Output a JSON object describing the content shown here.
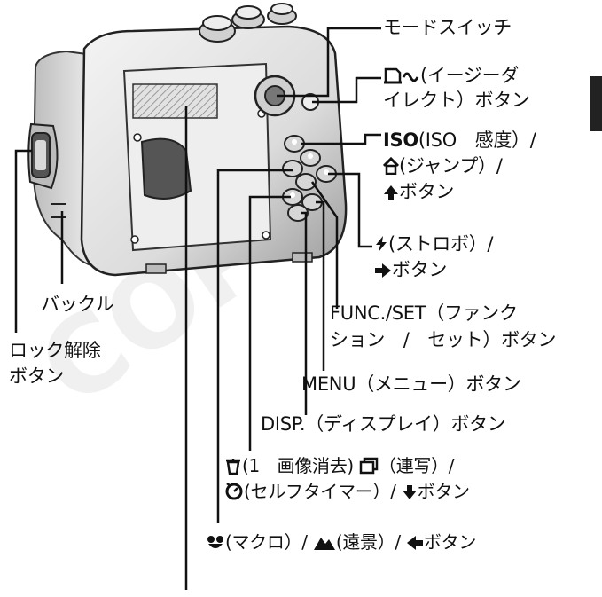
{
  "labels": {
    "mode_switch": "モードスイッチ",
    "direct_print_1": "(イージーダ",
    "direct_print_2": "イレクト）ボタン",
    "iso_1": "(ISO　感度）/",
    "iso_2": "(ジャンプ）/",
    "iso_3": "ボタン",
    "flash_1": "(ストロボ）/",
    "flash_2": "ボタン",
    "buckle": "バックル",
    "lock_1": "ロック解除",
    "lock_2": "ボタン",
    "funcset_1": "FUNC./SET（ファンク",
    "funcset_2": "ション　/　セット）ボタン",
    "menu": "MENU（メニュー）ボタン",
    "disp": "DISP.（ディスプレイ）ボタン",
    "delete_1": "(1　画像消去)",
    "delete_2": "（連写）/",
    "delete_3": "(セルフタイマー）/",
    "delete_4": "ボタン",
    "macro_1": "(マクロ）/",
    "macro_2": "(遠景）/",
    "macro_3": "ボタン",
    "iso_prefix": "ISO",
    "watermark": "COPY"
  },
  "icons": {
    "direct_print": "printer-wave-icon",
    "iso": "iso-text-icon",
    "jump": "jump-icon",
    "up_arrow": "up-arrow-icon",
    "flash": "flash-icon",
    "right_arrow": "right-arrow-icon",
    "trash": "trash-icon",
    "continuous": "continuous-shooting-icon",
    "self_timer": "self-timer-icon",
    "down_arrow": "down-arrow-icon",
    "macro": "macro-flower-icon",
    "landscape": "mountain-icon",
    "left_arrow": "left-arrow-icon"
  },
  "colors": {
    "ink": "#111111",
    "housing_light": "#e9e9e9",
    "housing_dark": "#6f6f6f"
  }
}
